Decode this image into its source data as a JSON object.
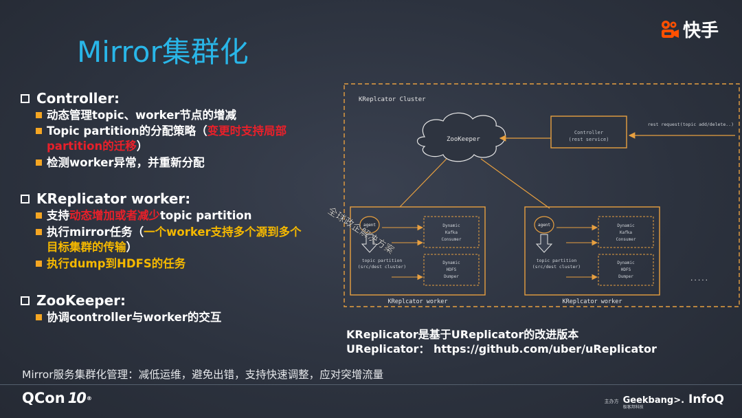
{
  "slide": {
    "title": "Mirror集群化",
    "brand_text": "快手",
    "brand_color": "#ff5000",
    "title_color": "#29b6e8"
  },
  "sections": [
    {
      "heading": "Controller:",
      "bullets": [
        {
          "parts": [
            {
              "text": "动态管理topic、worker节点的增减",
              "style": "normal"
            }
          ]
        },
        {
          "parts": [
            {
              "text": "Topic partition的分配策略（",
              "style": "normal"
            },
            {
              "text": "变更时支持局部",
              "style": "red"
            }
          ],
          "cont": [
            {
              "text": "partition的迁移",
              "style": "red"
            },
            {
              "text": "）",
              "style": "normal"
            }
          ]
        },
        {
          "parts": [
            {
              "text": "检测worker异常，并重新分配",
              "style": "normal"
            }
          ]
        }
      ]
    },
    {
      "heading": "KReplicator worker:",
      "bullets": [
        {
          "parts": [
            {
              "text": "支持",
              "style": "normal"
            },
            {
              "text": "动态增加或者减少",
              "style": "red"
            },
            {
              "text": "topic partition",
              "style": "normal"
            }
          ]
        },
        {
          "parts": [
            {
              "text": "执行mirror任务（",
              "style": "normal"
            },
            {
              "text": "一个worker支持多个源到多个",
              "style": "yellow"
            }
          ],
          "cont": [
            {
              "text": "目标集群的传输",
              "style": "yellow"
            },
            {
              "text": "）",
              "style": "normal"
            }
          ]
        },
        {
          "parts": [
            {
              "text": "执行dump到HDFS的任务",
              "style": "yellow"
            }
          ]
        }
      ]
    },
    {
      "heading": "ZooKeeper:",
      "bullets": [
        {
          "parts": [
            {
              "text": "协调controller与worker的交互",
              "style": "normal"
            }
          ]
        }
      ]
    }
  ],
  "diagram": {
    "cluster_label": "KReplcator Cluster",
    "zookeeper_label": "ZooKeeper",
    "controller_label": "Controller",
    "controller_sub": "(rest service)",
    "rest_request": "rest request(topic add/delete..)",
    "workers": [
      {
        "label": "KReplcator worker",
        "agent": "agent",
        "topic_partition": "topic partition",
        "src_dest": "(src/dest cluster)",
        "consumer": [
          "Dynamic",
          "Kafka",
          "Consumer"
        ],
        "dumper": [
          "Dynamic",
          "HDFS",
          "Dumper"
        ]
      },
      {
        "label": "KReplcator worker",
        "agent": "agent",
        "topic_partition": "topic partition",
        "src_dest": "(src/dest cluster)",
        "consumer": [
          "Dynamic",
          "Kafka",
          "Consumer"
        ],
        "dumper": [
          "Dynamic",
          "HDFS",
          "Dumper"
        ]
      }
    ],
    "ellipsis": ".....",
    "line_color": "#e8a040"
  },
  "watermark": "全球政企解决方案",
  "info_lines": [
    "KReplicator是基于UReplicator的改进版本",
    "UReplicator： https://github.com/uber/uReplicator"
  ],
  "footer": {
    "text": "Mirror服务集群化管理：减低运维，避免出错，支持快速调整，应对突增流量",
    "qcon": "QCon",
    "qcon_edition": "10",
    "qcon_reg": "®",
    "host_label": "主办方",
    "geekbang": "Geekbang>.",
    "geekbang_sub": "极客邦科技",
    "infoq": "InfoQ"
  }
}
